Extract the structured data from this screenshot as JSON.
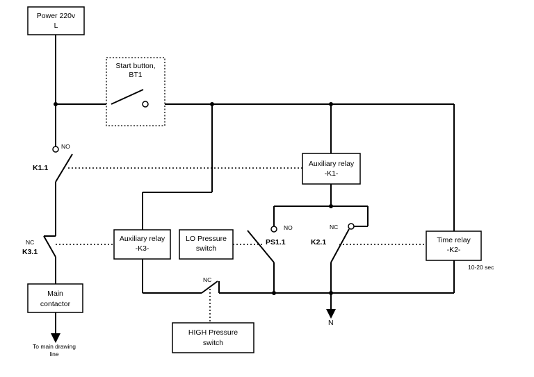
{
  "power": {
    "line1": "Power 220v",
    "line2": "L"
  },
  "start_button": {
    "line1": "Start button,",
    "line2": "BT1"
  },
  "aux_relay_k1": {
    "line1": "Auxiliary relay",
    "line2": "-K1-"
  },
  "aux_relay_k3": {
    "line1": "Auxiliary relay",
    "line2": "-K3-"
  },
  "lo_pressure": {
    "line1": "LO Pressure",
    "line2": "switch"
  },
  "time_relay": {
    "line1": "Time relay",
    "line2": "-K2-",
    "timing": "10-20 sec"
  },
  "main_contactor": {
    "line1": "Main",
    "line2": "contactor",
    "note_line1": "To main drawing",
    "note_line2": "line"
  },
  "high_pressure": {
    "line1": "HIGH Pressure",
    "line2": "switch",
    "contact_state": "NC"
  },
  "contacts": {
    "k1_1": {
      "label": "K1.1",
      "state": "NO"
    },
    "k3_1": {
      "label": "K3.1",
      "state": "NC"
    },
    "ps1_1": {
      "label": "PS1.1",
      "state": "NO"
    },
    "k2_1": {
      "label": "K2.1",
      "state": "NC"
    }
  },
  "neutral": {
    "label": "N"
  }
}
